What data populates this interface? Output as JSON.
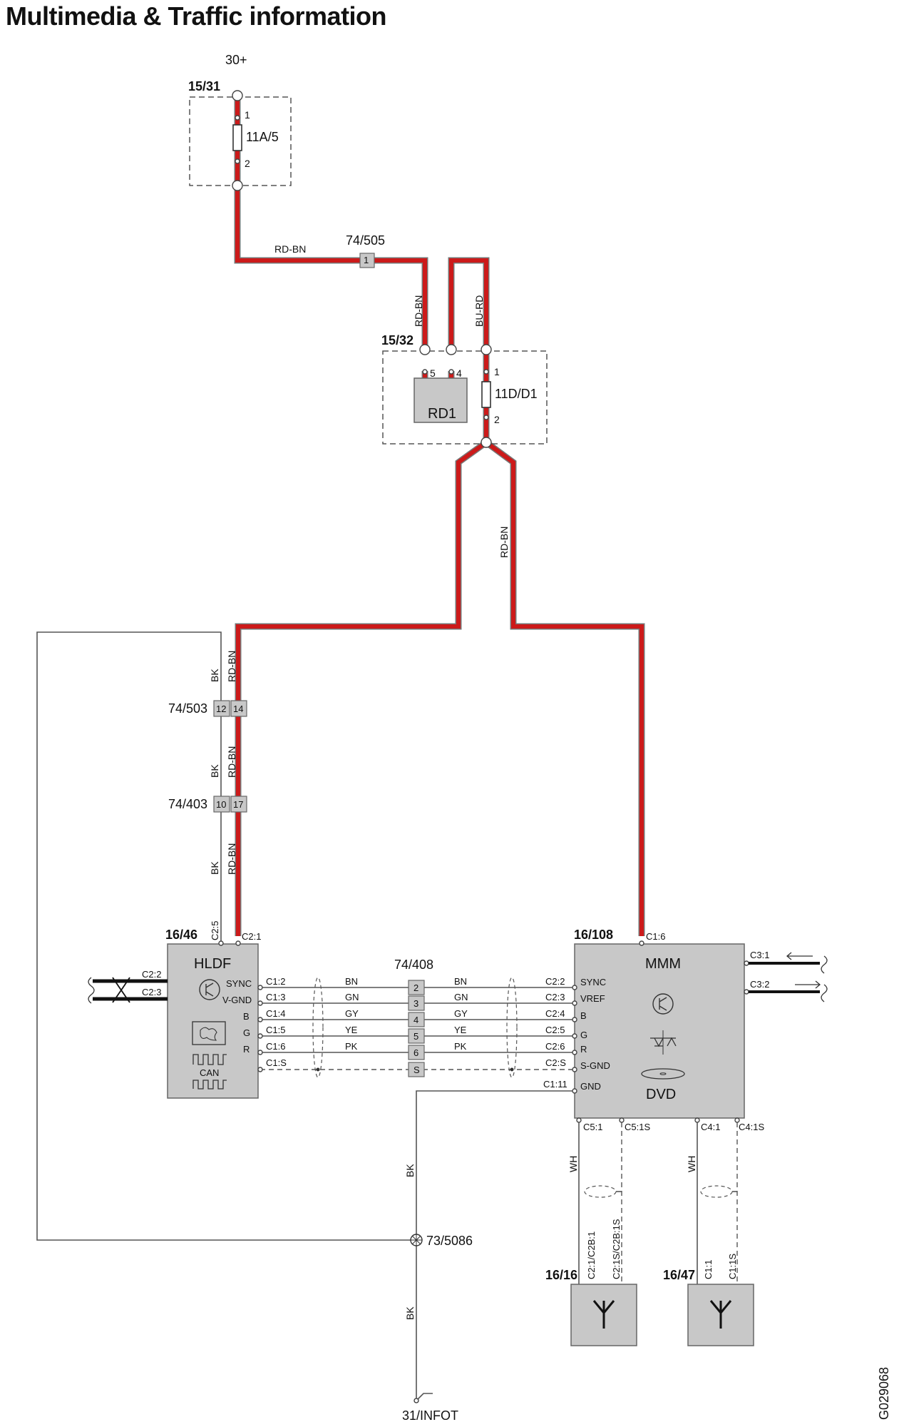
{
  "title": "Multimedia & Traffic information",
  "doc_code": "G029068",
  "supply": {
    "label": "30+",
    "fusebox_a": "15/31",
    "fuse_a": "11A/5",
    "fuse_a_pin1": "1",
    "fuse_a_pin2": "2",
    "fusebox_b": "15/32",
    "relay": "RD1",
    "relay_pin5": "5",
    "relay_pin4": "4",
    "fuse_b": "11D/D1",
    "fuse_b_pin1": "1",
    "fuse_b_pin2": "2"
  },
  "connectors": {
    "c505": "74/505",
    "c505_pin": "1",
    "c503": "74/503",
    "c503_pins": [
      "12",
      "14"
    ],
    "c403": "74/403",
    "c403_pins": [
      "10",
      "17"
    ],
    "c408": "74/408",
    "c408_pins": [
      "2",
      "3",
      "4",
      "5",
      "6",
      "S"
    ],
    "ground_point": "73/5086",
    "ground_terminal": "31/INFOT"
  },
  "wire_colors": {
    "rd_bn": "RD-BN",
    "bu_rd": "BU-RD",
    "bk": "BK",
    "wh": "WH",
    "bn": "BN",
    "gn": "GN",
    "gy": "GY",
    "ye": "YE",
    "pk": "PK"
  },
  "hldf": {
    "id": "16/46",
    "name": "HLDF",
    "top_pins": [
      "C2:5",
      "C2:1"
    ],
    "left_pins": [
      "C2:2",
      "C2:3"
    ],
    "signals": [
      "SYNC",
      "V-GND",
      "B",
      "G",
      "R"
    ],
    "pins": [
      "C1:2",
      "C1:3",
      "C1:4",
      "C1:5",
      "C1:6",
      "C1:S"
    ],
    "can_label": "CAN"
  },
  "mmm": {
    "id": "16/108",
    "name": "MMM",
    "dvd": "DVD",
    "top_pin": "C1:6",
    "pins": [
      "C2:2",
      "C2:3",
      "C2:4",
      "C2:5",
      "C2:6",
      "C2:S",
      "C1:11"
    ],
    "signals": [
      "SYNC",
      "VREF",
      "B",
      "G",
      "R",
      "S-GND",
      "GND"
    ],
    "right_pins": [
      "C3:1",
      "C3:2"
    ],
    "bottom_pins": [
      "C5:1",
      "C5:1S",
      "C4:1",
      "C4:1S"
    ]
  },
  "antenna_a": {
    "id": "16/16",
    "pins": [
      "C2:1/C2B:1",
      "C2:1S/C2B:1S"
    ]
  },
  "antenna_b": {
    "id": "16/47",
    "pins": [
      "C1:1",
      "C1:1S"
    ]
  },
  "colors": {
    "power_wire": "#cc1a1a",
    "module_fill": "#c8c8c8"
  }
}
